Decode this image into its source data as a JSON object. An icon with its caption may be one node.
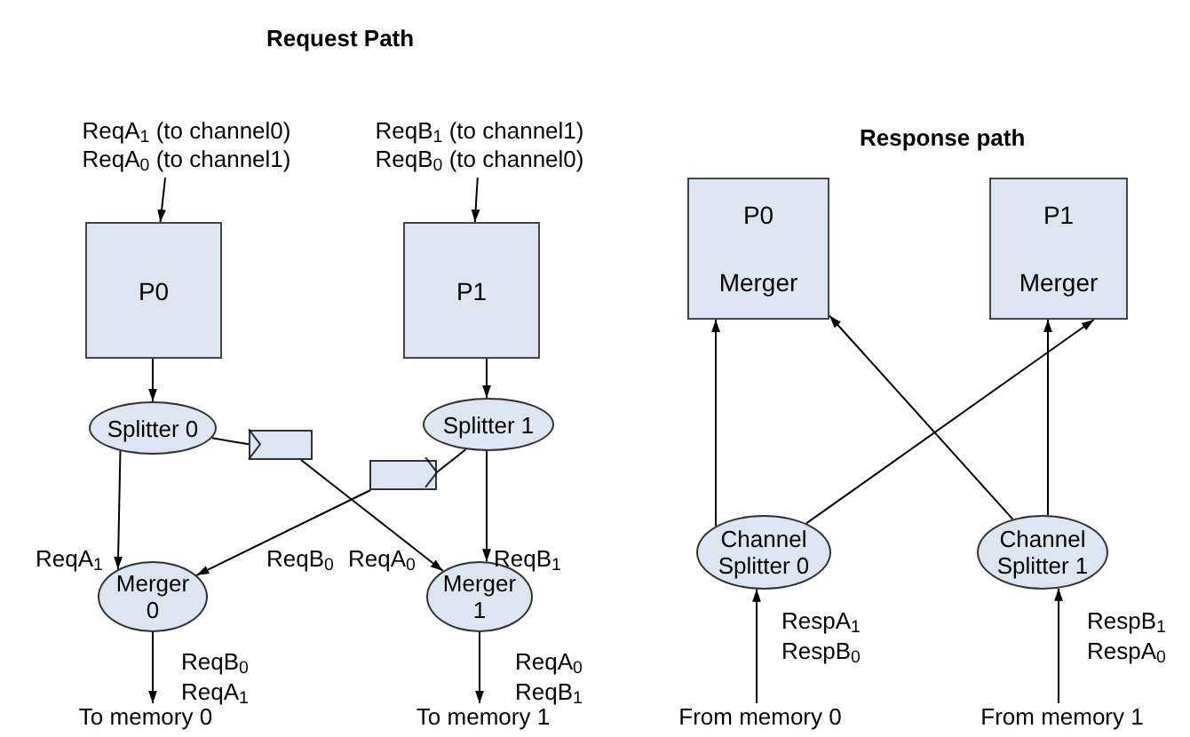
{
  "diagram": {
    "nodes": [
      {
        "text": [
          "ReqA$_{1}$ (to channel0)",
          "ReqA$_{0}$ (to channel1)"
        ]
      },
      {
        "text": [
          "P0"
        ]
      },
      {
        "text": [
          "Splitter 0"
        ]
      },
      {
        "text": [
          "ReqB$_{1}$ (to channel1)",
          "ReqB$_{0}$ (to channel0)"
        ]
      },
      {
        "text": [
          "P1"
        ]
      },
      {
        "text": [
          "Splitter 1"
        ]
      },
      {
        "text": [],
        "shape": "box"
      },
      {
        "text": [],
        "shape": "box"
      },
      {
        "text": [
          "Merger 0"
        ]
      },
      {
        "text": [
          "Merger 1"
        ]
      },
      {
        "text": [
          "To memory 0"
        ]
      },
      {
        "text": [
          "To memory 1"
        ]
      },
      {
        "text": [
          "P0",
          "Merger"
        ]
      },
      {
        "text": [
          "P1",
          "Merger"
        ]
      },
      {
        "text": [
          "Channel Splitter 0"
        ]
      },
      {
        "text": [
          "Channel Splitter 1"
        ]
      },
      {
        "text": [
          "From memory 0"
        ]
      },
      {
        "text": [
          "From memory 1"
        ]
      }
    ],
    "edges": [
      {
        "from": 0,
        "to": 1,
        "arrow": "to"
      },
      {
        "from": 1,
        "to": 2,
        "arrow": "to"
      },
      {
        "from": 3,
        "to": 4,
        "arrow": "to"
      },
      {
        "from": 4,
        "to": 5,
        "arrow": "to"
      },
      {
        "from": 2,
        "to": 6,
        "arrow": "to"
      },
      {
        "from": 6,
        "to": 9,
        "arrow": "to",
        "label": "ReqA$_{0}$"
      },
      {
        "from": 5,
        "to": 7,
        "arrow": "to"
      },
      {
        "from": 7,
        "to": 8,
        "arrow": "to",
        "label": "ReqB$_{0}$"
      },
      {
        "from": 2,
        "to": 8,
        "arrow": "to",
        "label": "ReqA$_{1}$"
      },
      {
        "from": 5,
        "to": 9,
        "arrow": "to",
        "label": "ReqB$_{1}$"
      },
      {
        "from": 8,
        "to": 10,
        "arrow": "to",
        "label": "ReqB$_{0}$ ReqA$_{1}$"
      },
      {
        "from": 9,
        "to": 11,
        "arrow": "to",
        "label": "ReqA$_{0}$ ReqB$_{1}$"
      },
      {
        "from": 14,
        "to": 12,
        "arrow": "to"
      },
      {
        "from": 14,
        "to": 13,
        "arrow": "to"
      },
      {
        "from": 15,
        "to": 12,
        "arrow": "to"
      },
      {
        "from": 15,
        "to": 13,
        "arrow": "to"
      },
      {
        "from": 16,
        "to": 14,
        "arrow": "to",
        "label": "RespA$_{1}$ RespB$_{0}$"
      },
      {
        "from": 17,
        "to": 15,
        "arrow": "to",
        "label": "RespB$_{1}$ RespA$_{0}$"
      }
    ],
    "labels": [
      "Request Path",
      "Response path"
    ]
  }
}
